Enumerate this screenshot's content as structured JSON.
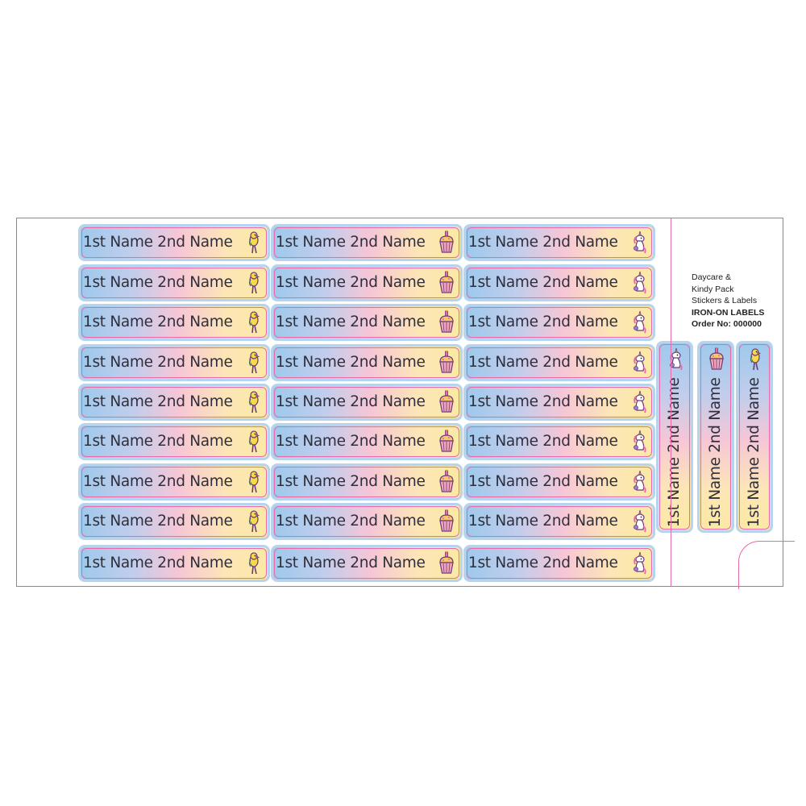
{
  "sheet": {
    "label_text": "1st Name 2nd Name",
    "columns": [
      {
        "icon": "parrot-icon"
      },
      {
        "icon": "cupcake-icon"
      },
      {
        "icon": "unicorn-icon"
      }
    ],
    "rows": 9,
    "vertical_labels": [
      {
        "text": "1st Name 2nd Name",
        "icon": "unicorn-icon"
      },
      {
        "text": "1st Name 2nd Name",
        "icon": "cupcake-icon"
      },
      {
        "text": "1st Name 2nd Name",
        "icon": "parrot-icon"
      }
    ]
  },
  "info": {
    "line1": "Daycare &",
    "line2": "Kindy Pack",
    "line3": "Stickers & Labels",
    "line4": "IRON-ON LABELS",
    "line5": "Order No: 000000"
  },
  "colors": {
    "blue": "#9ec9ec",
    "pink": "#f6c6d6",
    "yellow": "#fbe9a4",
    "outline": "#e86aa8"
  }
}
